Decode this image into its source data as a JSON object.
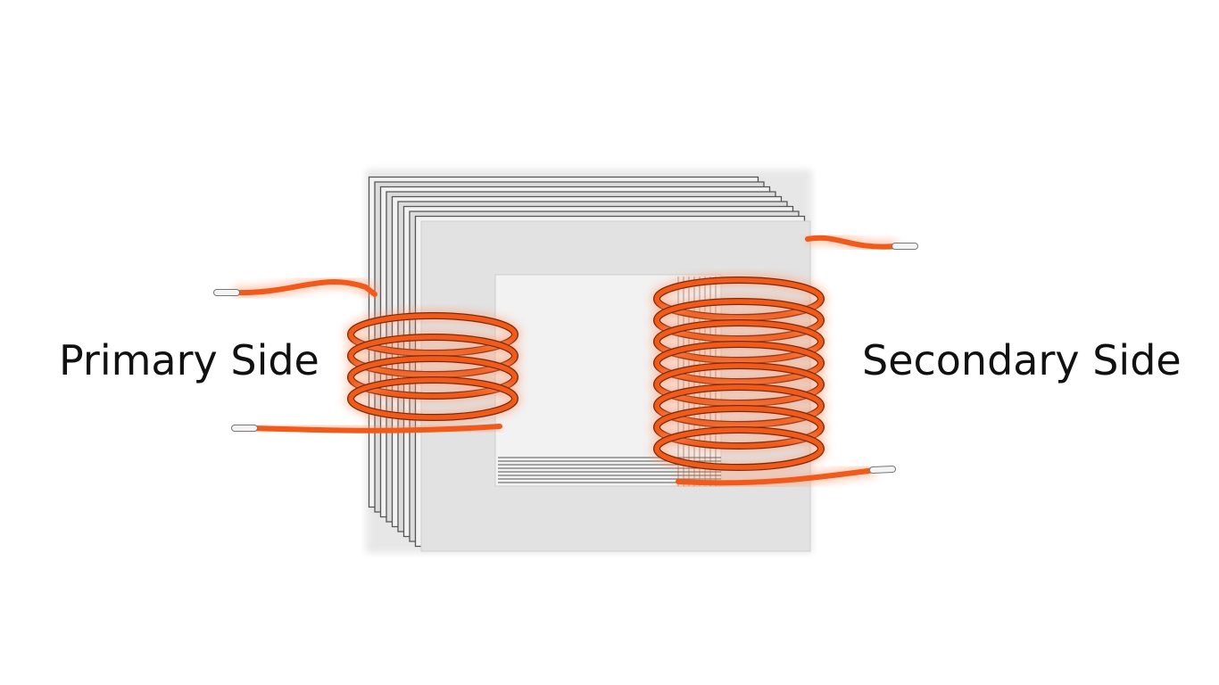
{
  "labels": {
    "primary": "Primary Side",
    "secondary": "Secondary Side"
  },
  "core": {
    "face_color": "#e2e2e2",
    "lamination_color": "#555555",
    "window_color": "#ffffff"
  },
  "primary_winding": {
    "turns": 4,
    "color": "#f05a1a",
    "glow_color": "#ff9a70"
  },
  "secondary_winding": {
    "turns": 8,
    "color": "#f05a1a",
    "glow_color": "#ff9a70"
  },
  "lead_tip_color": "#f4f4f4"
}
